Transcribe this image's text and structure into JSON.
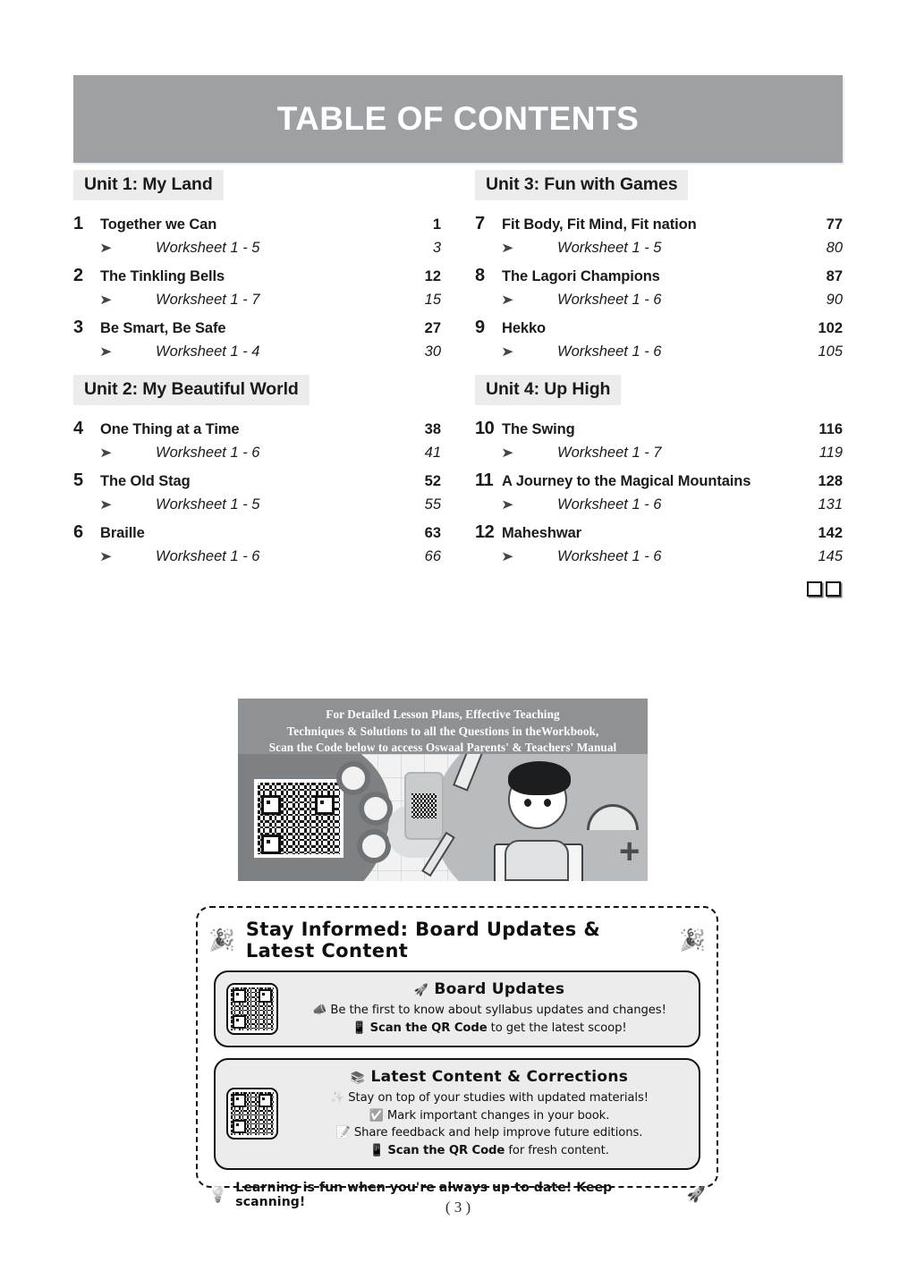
{
  "page": {
    "title": "TABLE OF CONTENTS",
    "page_number": "( 3 )",
    "end_marker": "❏❏"
  },
  "toc": {
    "left_column": [
      {
        "unit_label": "Unit 1: My Land",
        "chapters": [
          {
            "number": "1",
            "title": "Together we Can",
            "page": "1",
            "worksheet": "Worksheet 1 - 5",
            "worksheet_page": "3"
          },
          {
            "number": "2",
            "title": "The Tinkling Bells",
            "page": "12",
            "worksheet": "Worksheet 1 - 7",
            "worksheet_page": "15"
          },
          {
            "number": "3",
            "title": "Be Smart, Be Safe",
            "page": "27",
            "worksheet": "Worksheet 1 - 4",
            "worksheet_page": "30"
          }
        ]
      },
      {
        "unit_label": "Unit 2: My Beautiful World",
        "chapters": [
          {
            "number": "4",
            "title": "One Thing at a Time",
            "page": "38",
            "worksheet": "Worksheet 1 - 6",
            "worksheet_page": "41"
          },
          {
            "number": "5",
            "title": "The Old Stag",
            "page": "52",
            "worksheet": "Worksheet 1 - 5",
            "worksheet_page": "55"
          },
          {
            "number": "6",
            "title": "Braille",
            "page": "63",
            "worksheet": "Worksheet 1 - 6",
            "worksheet_page": "66"
          }
        ]
      }
    ],
    "right_column": [
      {
        "unit_label": "Unit 3: Fun with Games",
        "chapters": [
          {
            "number": "7",
            "title": "Fit Body, Fit Mind, Fit nation",
            "page": "77",
            "worksheet": "Worksheet 1 - 5",
            "worksheet_page": "80"
          },
          {
            "number": "8",
            "title": "The Lagori Champions",
            "page": "87",
            "worksheet": "Worksheet 1 - 6",
            "worksheet_page": "90"
          },
          {
            "number": "9",
            "title": "Hekko",
            "page": "102",
            "worksheet": "Worksheet 1 - 6",
            "worksheet_page": "105"
          }
        ]
      },
      {
        "unit_label": "Unit 4: Up High",
        "chapters": [
          {
            "number": "10",
            "title": "The Swing",
            "page": "116",
            "worksheet": "Worksheet 1 - 7",
            "worksheet_page": "119"
          },
          {
            "number": "11",
            "title": "A Journey to the Magical Mountains",
            "page": "128",
            "worksheet": "Worksheet 1 - 6",
            "worksheet_page": "131"
          },
          {
            "number": "12",
            "title": "Maheshwar",
            "page": "142",
            "worksheet": "Worksheet 1 - 6",
            "worksheet_page": "145"
          }
        ]
      }
    ],
    "bullet_glyph": "➤"
  },
  "promo_banner": {
    "line1": "For Detailed Lesson Plans, Effective Teaching",
    "line2": "Techniques & Solutions to all the Questions in theWorkbook,",
    "line3": "Scan the Code below to access Oswaal Parents' & Teachers' Manual"
  },
  "stay_informed": {
    "heading": "Stay Informed: Board Updates & Latest Content",
    "left_party_icon": "🎉",
    "right_party_icon": "🎉",
    "cards": [
      {
        "icon": "🚀",
        "title": "Board Updates",
        "lines": [
          {
            "icon": "📣",
            "text": "Be the first to know about syllabus updates and changes!",
            "bold_prefix": ""
          },
          {
            "icon": "📱",
            "bold_prefix": "Scan the QR Code",
            "text": " to get the latest scoop!"
          }
        ]
      },
      {
        "icon": "📚",
        "title": "Latest Content & Corrections",
        "lines": [
          {
            "icon": "✨",
            "text": "Stay on top of your studies with updated materials!",
            "bold_prefix": ""
          },
          {
            "icon": "✅",
            "text": "Mark important changes in your book.",
            "bold_prefix": ""
          },
          {
            "icon": "📝",
            "text": "Share feedback and help improve future editions.",
            "bold_prefix": ""
          },
          {
            "icon": "📱",
            "bold_prefix": "Scan the QR Code",
            "text": " for fresh content."
          }
        ]
      }
    ],
    "footer": {
      "left_icon": "💡",
      "text": "Learning is fun when you're always up to date! Keep scanning!",
      "right_icon": "🚀"
    }
  },
  "colors": {
    "header_gray": "#9da1a4",
    "unit_label_gray": "#ececec",
    "banner_gray": "#8e9295",
    "text_black": "#1a1a1a"
  }
}
